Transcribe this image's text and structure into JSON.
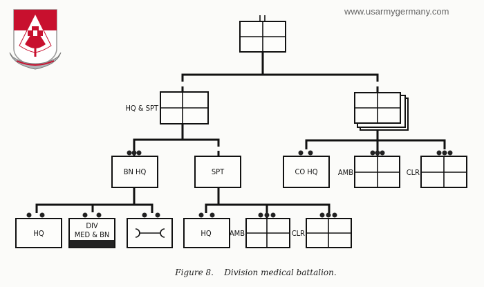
{
  "watermark": "www.usarmygermany.com",
  "caption": "Figure 8.    Division medical battalion.",
  "colors": {
    "ink": "#111111",
    "emblem_red": "#c8102e",
    "background": "#fbfbf9"
  },
  "nodes": {
    "hq_spt": "HQ & SPT",
    "bn_hq": "BN HQ",
    "spt": "SPT",
    "co_hq": "CO HQ",
    "amb_co": "AMB",
    "clr_co": "CLR",
    "bn_hq_hq": "HQ",
    "div_med_line1": "DIV",
    "div_med_line2": "MED & BN",
    "maintenance_icon": "wrench-icon",
    "spt_hq": "HQ",
    "spt_amb": "AMB",
    "spt_clr": "CLR"
  }
}
